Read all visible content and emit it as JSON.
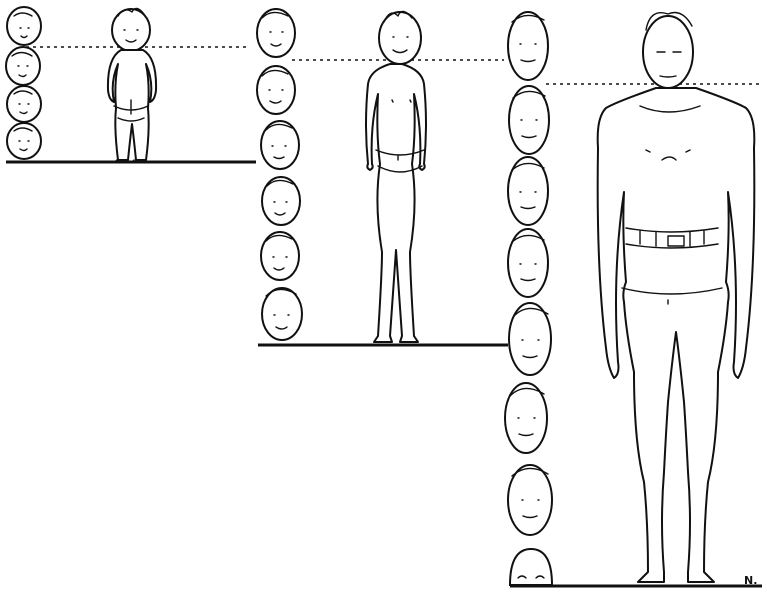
{
  "figures": [
    {
      "name": "toddler",
      "head_count": 4
    },
    {
      "name": "child",
      "head_count": 6
    },
    {
      "name": "adult-man",
      "head_count": 8
    }
  ],
  "signature": "N."
}
